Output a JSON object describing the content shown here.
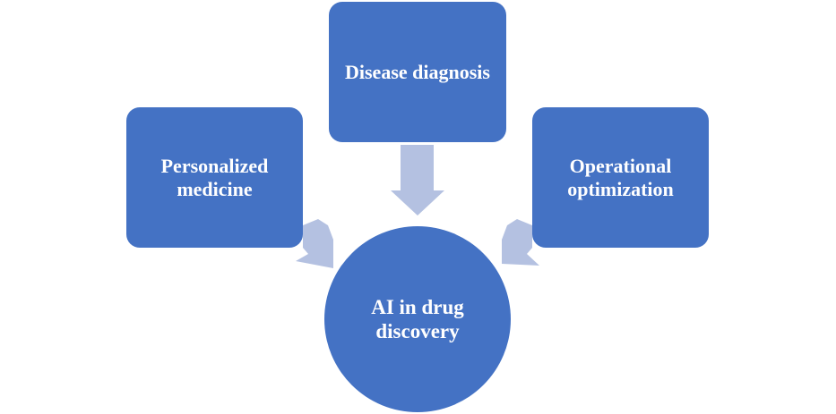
{
  "diagram": {
    "type": "convergent radial diagram",
    "colors": {
      "node_fill": "#4472C4",
      "arrow_fill": "#B4C1E1",
      "text": "#FFFFFF",
      "background": "#FFFFFF"
    },
    "center": {
      "label": "AI in drug discovery",
      "shape": "circle"
    },
    "sources": [
      {
        "id": "top",
        "label": "Disease diagnosis",
        "shape": "rounded-rectangle",
        "position": "top",
        "arrow_direction": "down"
      },
      {
        "id": "left",
        "label": "Personalized medicine",
        "shape": "rounded-rectangle",
        "position": "left",
        "arrow_direction": "down-right"
      },
      {
        "id": "right",
        "label": "Operational optimization",
        "shape": "rounded-rectangle",
        "position": "right",
        "arrow_direction": "down-left"
      }
    ],
    "edges": [
      {
        "from": "Disease diagnosis",
        "to": "AI in drug discovery"
      },
      {
        "from": "Personalized medicine",
        "to": "AI in drug discovery"
      },
      {
        "from": "Operational optimization",
        "to": "AI in drug discovery"
      }
    ]
  }
}
